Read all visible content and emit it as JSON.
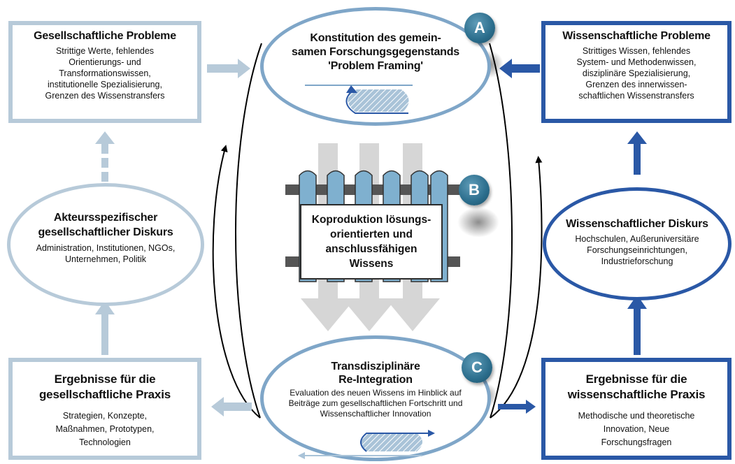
{
  "colors": {
    "light_blue": "#b7cad9",
    "dark_blue": "#2a58a6",
    "badge": "#2b6d8c",
    "grey_arrow": "#d6d6d6"
  },
  "boxes": {
    "societal_problems": {
      "title": "Gesellschaftliche Probleme",
      "body": "Strittige Werte, fehlendes\nOrientierungs- und\nTransformationswissen,\ninstitutionelle Spezialisierung,\nGrenzen des Wissenstransfers"
    },
    "scientific_problems": {
      "title": "Wissenschaftliche Probleme",
      "body": "Strittiges Wissen, fehlendes\nSystem- und Methodenwissen,\ndisziplinäre Spezialisierung,\nGrenzen des innerwissen-\nschaftlichen Wissenstransfers"
    },
    "societal_results": {
      "title": "Ergebnisse für die\ngesellschaftliche Praxis",
      "body": "Strategien, Konzepte,\nMaßnahmen, Prototypen,\nTechnologien"
    },
    "scientific_results": {
      "title": "Ergebnisse für die\nwissenschaftliche Praxis",
      "body": "Methodische und theoretische\nInnovation, Neue\nForschungsfragen"
    }
  },
  "ellipses": {
    "actor_discourse": {
      "title": "Akteursspezifischer\ngesellschaftlicher Diskurs",
      "body": "Administration, Institutionen, NGOs,\nUnternehmen, Politik"
    },
    "scientific_discourse": {
      "title": "Wissenschaftlicher Diskurs",
      "body": "Hochschulen, Außeruniversitäre\nForschungseinrichtungen,\nIndustrieforschung"
    },
    "problem_framing": {
      "title": "Konstitution des gemein-\nsamen Forschungsgegenstands\n'Problem Framing'"
    },
    "reintegration": {
      "title": "Transdisziplinäre\nRe-Integration",
      "body": "Evaluation des neuen Wissens im Hinblick auf\nBeiträge zum gesellschaftlichen Fortschritt und\nWissenschaftlicher  Innovation"
    }
  },
  "center": {
    "text": "Koproduktion lösungs-\norientierten und\nanschlussfähigen\nWissens"
  },
  "badges": {
    "a": "A",
    "b": "B",
    "c": "C"
  }
}
